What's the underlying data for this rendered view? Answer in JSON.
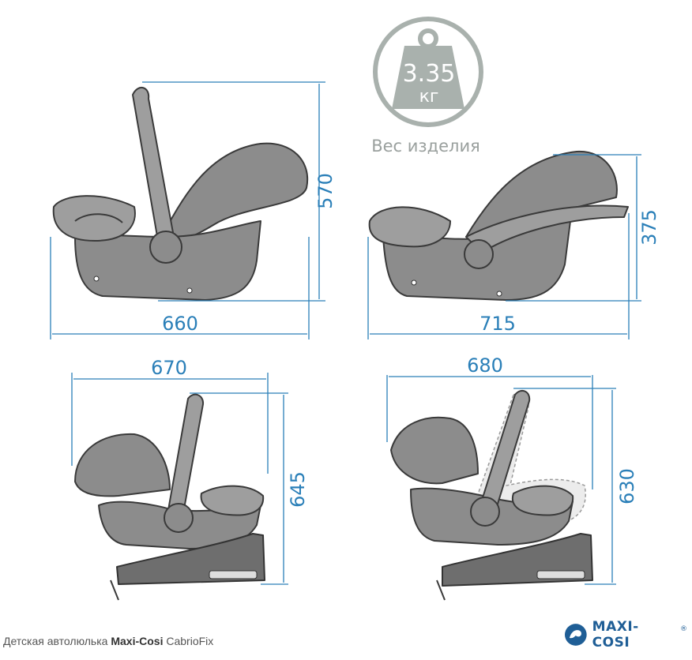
{
  "weight": {
    "value": "3.35",
    "unit": "кг",
    "label": "Вес изделия",
    "icon": "weight-icon"
  },
  "dimensions": {
    "view1": {
      "height": "570",
      "width": "660"
    },
    "view2": {
      "height": "375",
      "width": "715"
    },
    "view3": {
      "height": "645",
      "width": "670"
    },
    "view4": {
      "height": "630",
      "width": "680"
    }
  },
  "caption": {
    "prefix": "Детская автолюлька ",
    "brand": "Maxi-Cosi",
    "model": " CabrioFix"
  },
  "logo": {
    "text": "MAXI-COSI",
    "registered": "®",
    "icon": "maxi-cosi-logo-icon"
  },
  "colors": {
    "dimension": "#2a7fb8",
    "weight_icon": "#a9b1ad",
    "logo": "#1f5e96"
  }
}
